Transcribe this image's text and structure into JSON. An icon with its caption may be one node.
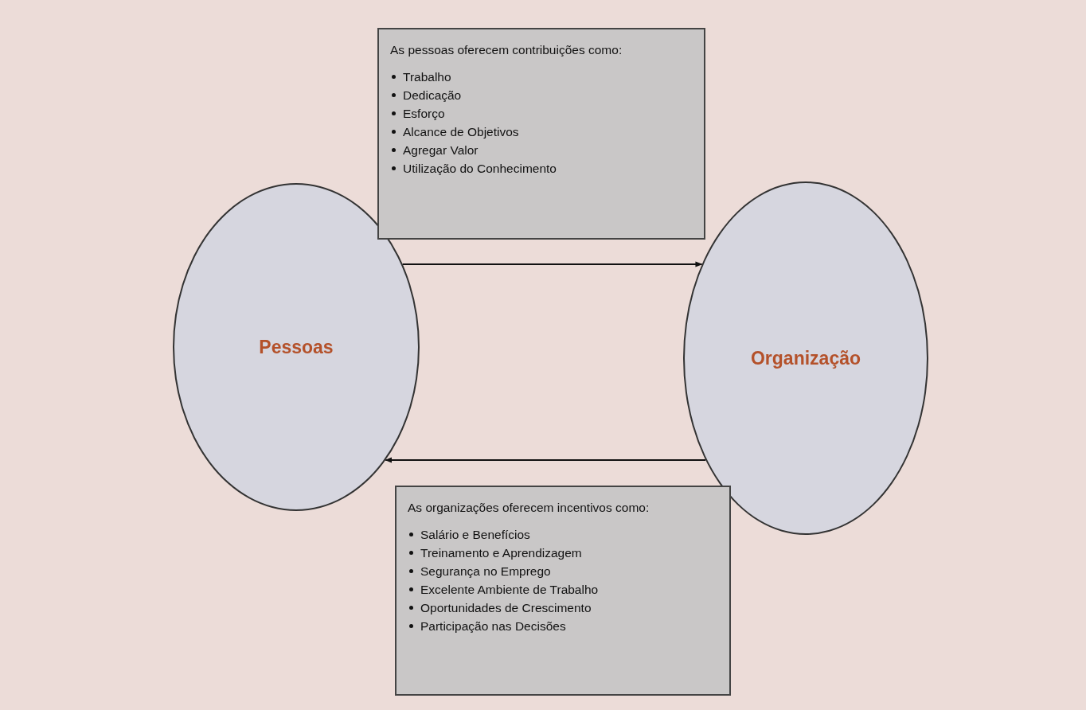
{
  "diagram": {
    "nodes": [
      {
        "text": [
          "Pessoas"
        ]
      },
      {
        "text": [
          "Organização"
        ]
      },
      {
        "text": [
          "As pessoas oferecem contribuições como:",
          "Trabalho",
          "Dedicação",
          "Esforço",
          "Alcance de Objetivos",
          "Agregar Valor",
          "Utilização do Conhecimento"
        ]
      },
      {
        "text": [
          "As organizações oferecem incentivos como:",
          "Salário e Benefícios",
          "Treinamento e Aprendizagem",
          "Segurança no Emprego",
          "Excelente Ambiente de Trabalho",
          "Oportunidades de Crescimento",
          "Participação nas Decisões"
        ]
      }
    ],
    "edges": [
      {
        "from": 0,
        "to": 1,
        "arrow": "to"
      },
      {
        "from": 1,
        "to": 0,
        "arrow": "to"
      }
    ]
  }
}
